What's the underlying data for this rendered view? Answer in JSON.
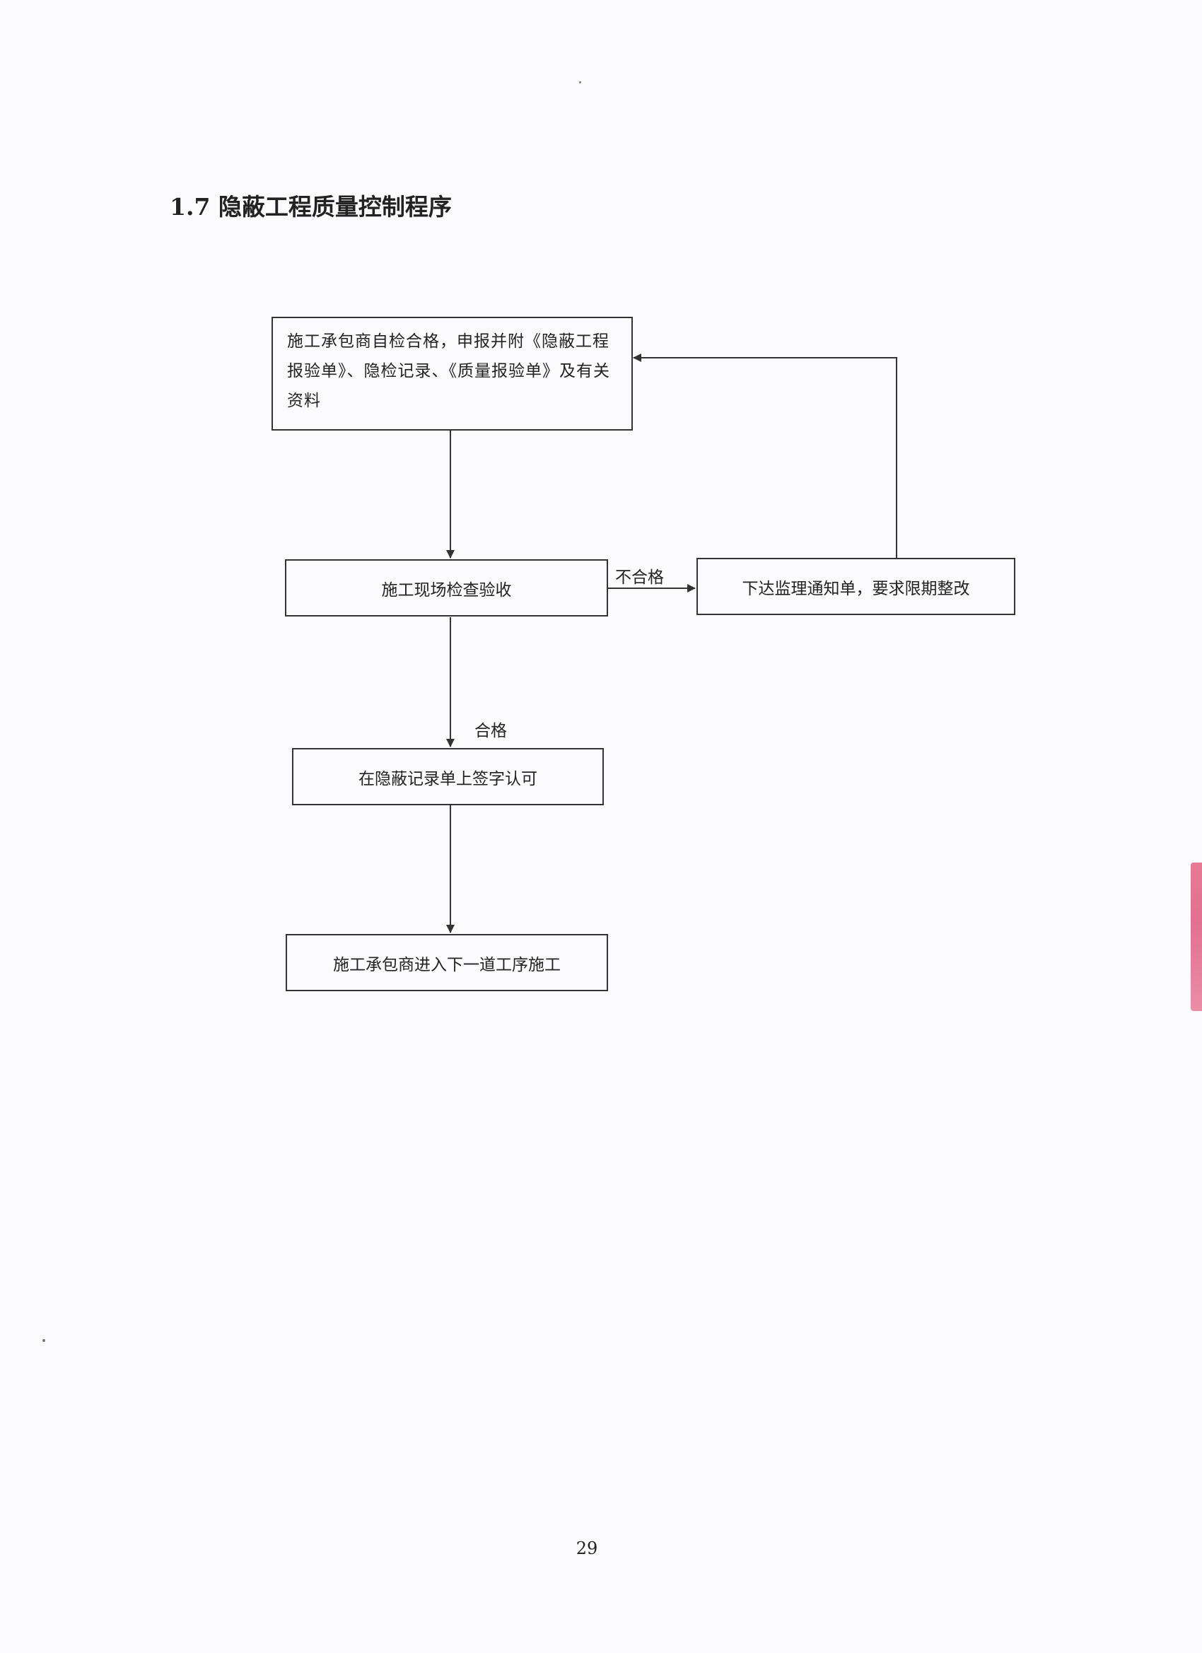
{
  "page": {
    "heading": "1.7 隐蔽工程质量控制程序",
    "page_number": "29"
  },
  "flowchart": {
    "nodes": {
      "submit": "施工承包商自检合格，申报并附《隐蔽工程报验单》、隐检记录、《质量报验单》及有关资料",
      "inspect": "施工现场检查验收",
      "rectify": "下达监理通知单，要求限期整改",
      "sign": "在隐蔽记录单上签字认可",
      "next": "施工承包商进入下一道工序施工"
    },
    "edges": {
      "fail_label": "不合格",
      "pass_label": "合格"
    }
  }
}
